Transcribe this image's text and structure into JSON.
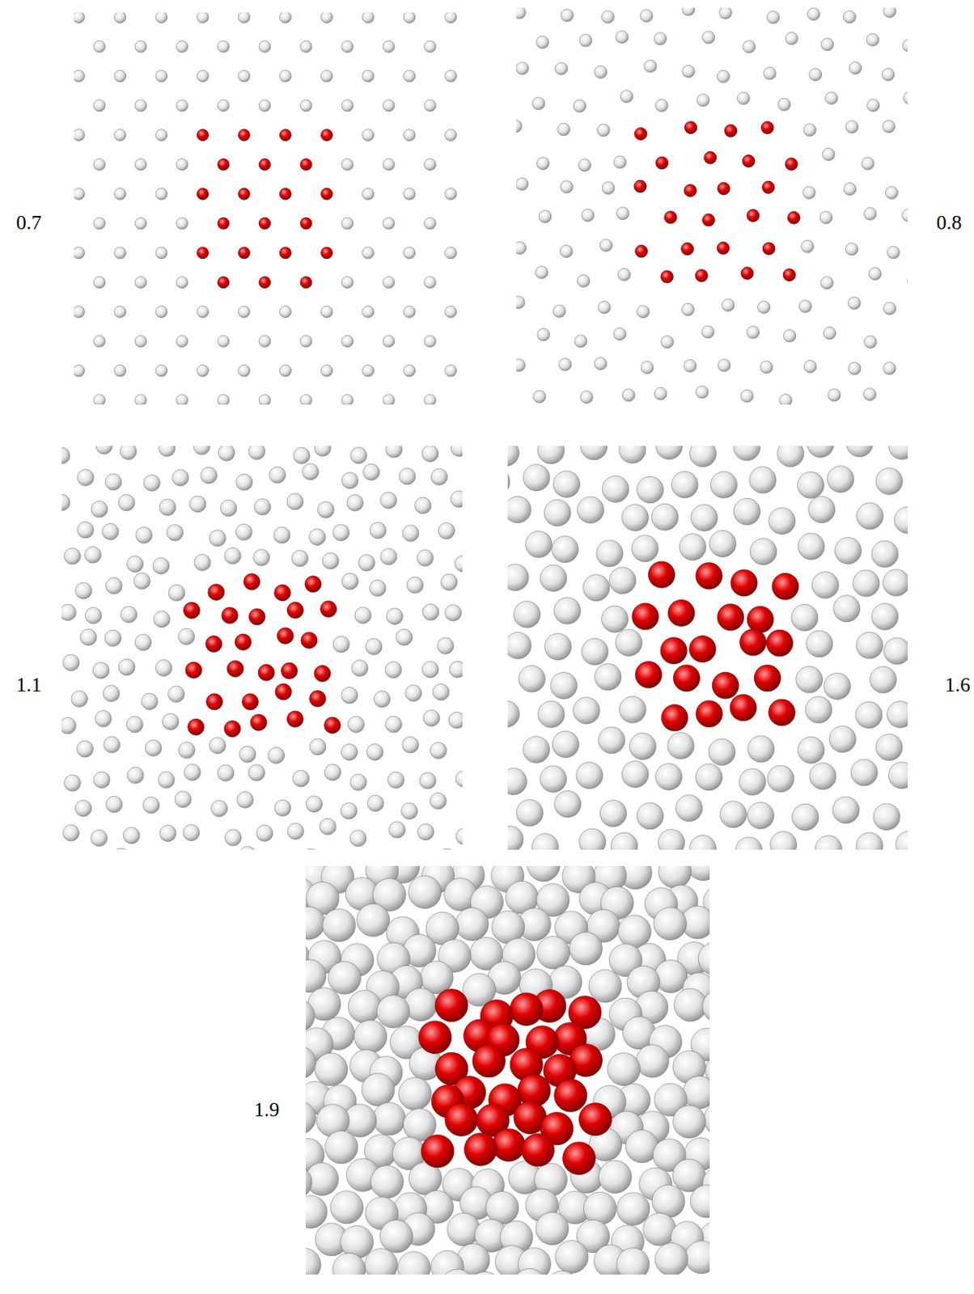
{
  "diagram": {
    "labels": [
      "0.7",
      "0.8",
      "1.1",
      "1.6",
      "1.9"
    ]
  }
}
